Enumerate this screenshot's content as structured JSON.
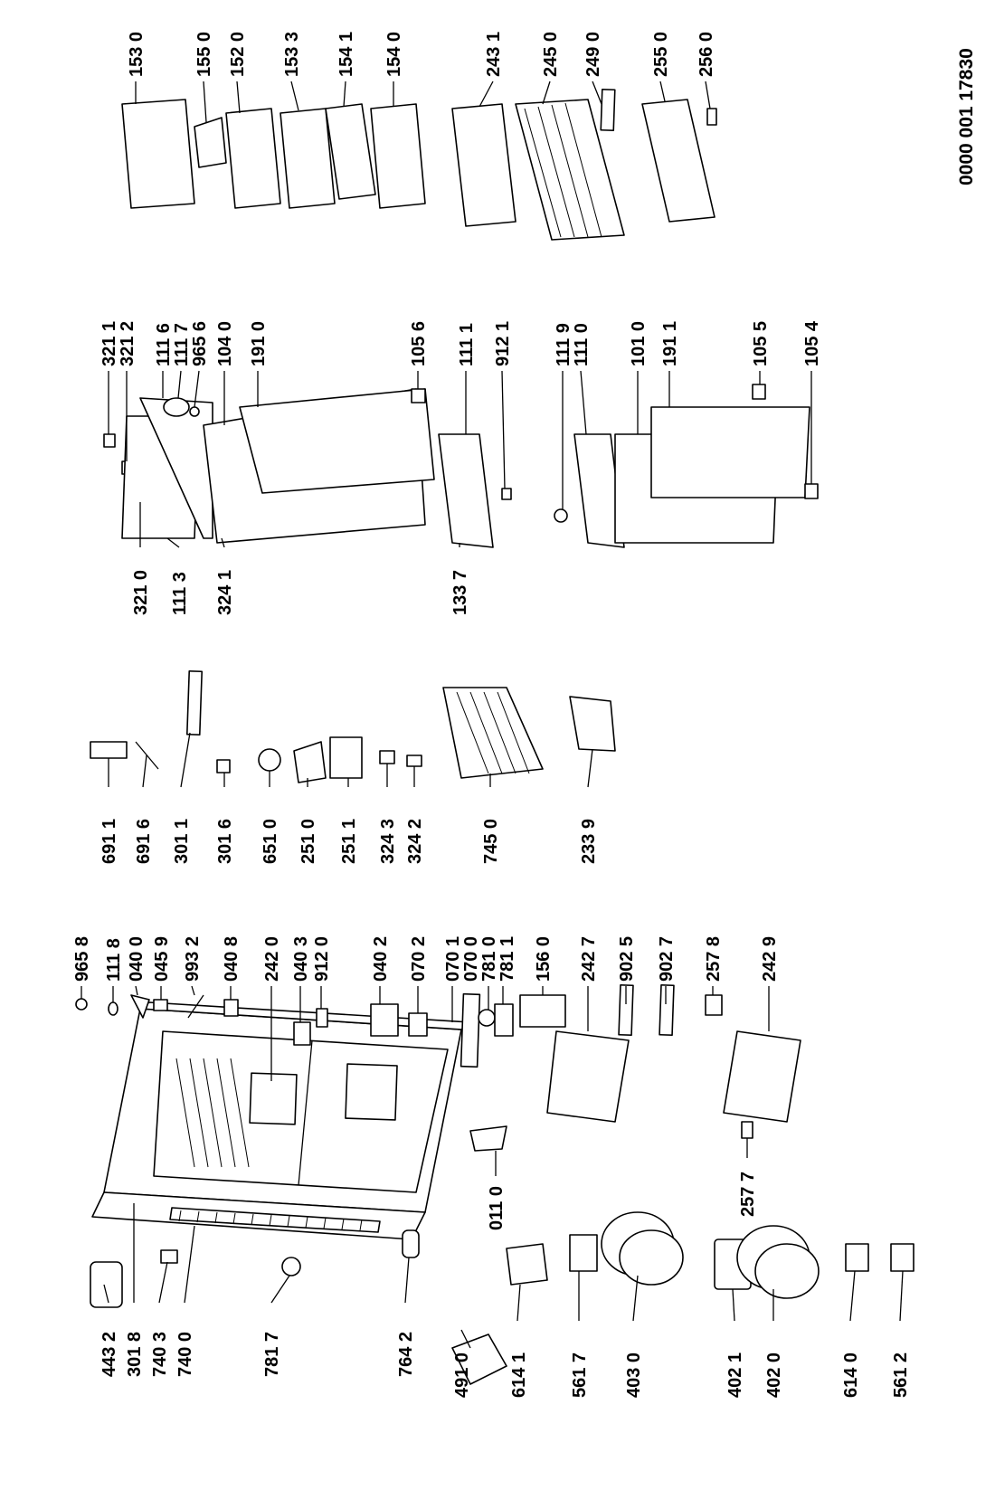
{
  "document_number": "0000 001 17830",
  "parts": {
    "p4432": "443 2",
    "p3018": "301 8",
    "p7403": "740 3",
    "p7400": "740 0",
    "p7817": "781 7",
    "p7642": "764 2",
    "p4910": "491 0",
    "p6141": "614 1",
    "p5617": "561 7",
    "p4030": "403 0",
    "p4021": "402 1",
    "p4020": "402 0",
    "p6140": "614 0",
    "p5612": "561 2",
    "p9658": "965 8",
    "p1118": "111 8",
    "p0400": "040 0",
    "p0459": "045 9",
    "p9932": "993 2",
    "p0408": "040 8",
    "p2420": "242 0",
    "p0403": "040 3",
    "p9120": "912 0",
    "p0402": "040 2",
    "p0702": "070 2",
    "p0701": "070 1",
    "p0700": "070 0",
    "p7810": "781 0",
    "p7811": "781 1",
    "p1560": "156 0",
    "p2427": "242 7",
    "p9025": "902 5",
    "p9027": "902 7",
    "p2578": "257 8",
    "p2429": "242 9",
    "p0110": "011 0",
    "p2577": "257 7",
    "p6911": "691 1",
    "p6916": "691 6",
    "p3011": "301 1",
    "p3016": "301 6",
    "p6510": "651 0",
    "p2510": "251 0",
    "p2511": "251 1",
    "p3243": "324 3",
    "p3242": "324 2",
    "p7450": "745 0",
    "p2339": "233 9",
    "p3210": "321 0",
    "p1113": "111 3",
    "p3241": "324 1",
    "p1337": "133 7",
    "p3211": "321 1",
    "p3212": "321 2",
    "p1116": "111 6",
    "p1117": "111 7",
    "p9656": "965 6",
    "p1040": "104 0",
    "p1910": "191 0",
    "p1056": "105 6",
    "p1111": "111 1",
    "p9121": "912 1",
    "p1119": "111 9",
    "p1110": "111 0",
    "p1010": "101 0",
    "p1911": "191 1",
    "p1055": "105 5",
    "p1054": "105 4",
    "p1530": "153 0",
    "p1550": "155 0",
    "p1520": "152 0",
    "p1533": "153 3",
    "p1541": "154 1",
    "p1540": "154 0",
    "p2431": "243 1",
    "p2450": "245 0",
    "p2490": "249 0",
    "p2550": "255 0",
    "p2560": "256 0"
  }
}
